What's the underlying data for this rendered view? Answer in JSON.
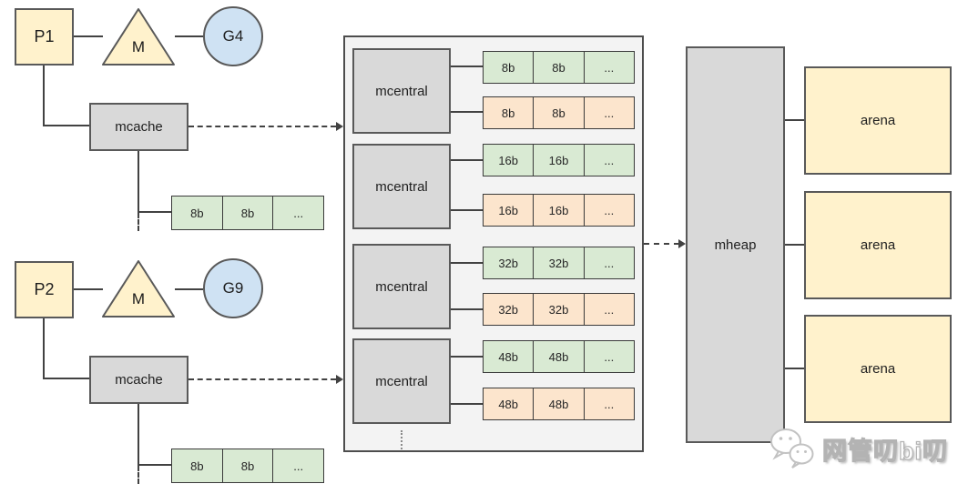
{
  "left_groups": [
    {
      "processor": "P1",
      "machine": "M",
      "goroutine": "G4",
      "cache_label": "mcache",
      "span_cells": [
        "8b",
        "8b",
        "..."
      ]
    },
    {
      "processor": "P2",
      "machine": "M",
      "goroutine": "G9",
      "cache_label": "mcache",
      "span_cells": [
        "8b",
        "8b",
        "..."
      ]
    }
  ],
  "central_panel": {
    "units": [
      {
        "label": "mcentral",
        "rows": [
          {
            "tone": "green",
            "cells": [
              "8b",
              "8b",
              "..."
            ]
          },
          {
            "tone": "orange",
            "cells": [
              "8b",
              "8b",
              "..."
            ]
          }
        ]
      },
      {
        "label": "mcentral",
        "rows": [
          {
            "tone": "green",
            "cells": [
              "16b",
              "16b",
              "..."
            ]
          },
          {
            "tone": "orange",
            "cells": [
              "16b",
              "16b",
              "..."
            ]
          }
        ]
      },
      {
        "label": "mcentral",
        "rows": [
          {
            "tone": "green",
            "cells": [
              "32b",
              "32b",
              "..."
            ]
          },
          {
            "tone": "orange",
            "cells": [
              "32b",
              "32b",
              "..."
            ]
          }
        ]
      },
      {
        "label": "mcentral",
        "rows": [
          {
            "tone": "green",
            "cells": [
              "48b",
              "48b",
              "..."
            ]
          },
          {
            "tone": "orange",
            "cells": [
              "48b",
              "48b",
              "..."
            ]
          }
        ]
      }
    ]
  },
  "heap": {
    "label": "mheap"
  },
  "arenas": [
    {
      "label": "arena"
    },
    {
      "label": "arena"
    },
    {
      "label": "arena"
    }
  ],
  "watermark": {
    "icon": "wechat-logo",
    "text": "网管叨bi叨"
  },
  "colors": {
    "processor_fill": "#fff2cc",
    "goroutine_fill": "#cfe2f3",
    "cache_fill": "#d9d9d9",
    "panel_fill": "#f3f3f3",
    "span_green_fill": "#d9ead3",
    "span_orange_fill": "#fce5cd",
    "arena_fill": "#fff2cc",
    "shape_border": "#595959",
    "line": "#424242"
  }
}
